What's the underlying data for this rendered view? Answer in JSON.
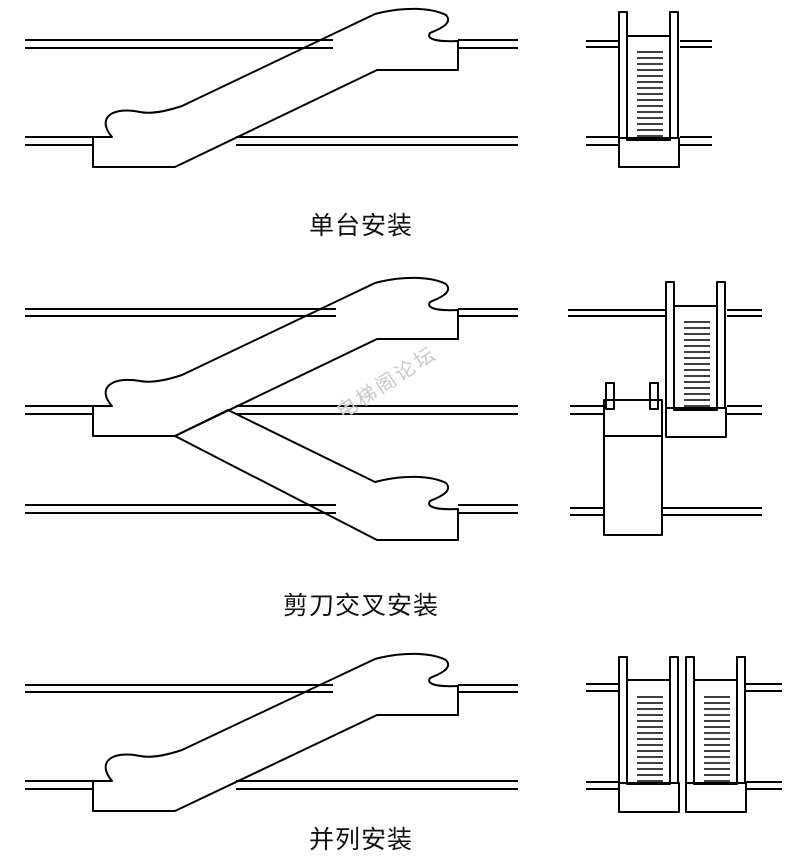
{
  "captions": {
    "single": "单台安装",
    "crossed": "剪刀交叉安装",
    "parallel": "并列安装"
  },
  "watermark": "电梯阁论坛",
  "colors": {
    "line": "#000000",
    "background": "#ffffff",
    "watermark": "#c9c9c9"
  }
}
